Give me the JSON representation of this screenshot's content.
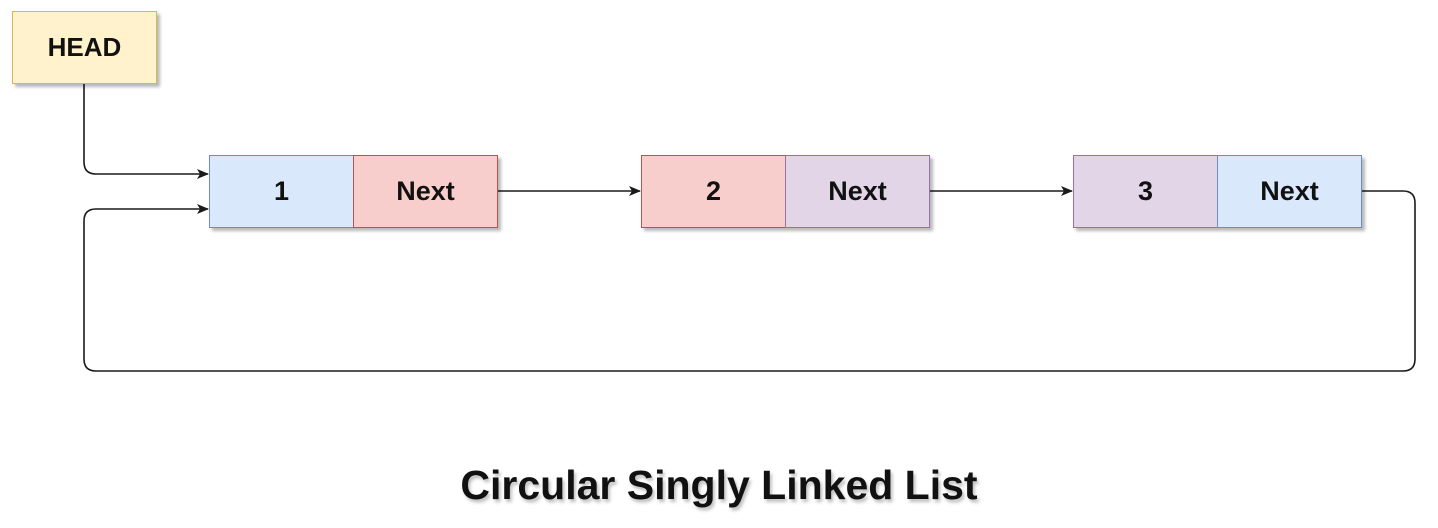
{
  "head": {
    "label": "HEAD"
  },
  "nodes": [
    {
      "value": "1",
      "pointer": "Next"
    },
    {
      "value": "2",
      "pointer": "Next"
    },
    {
      "value": "3",
      "pointer": "Next"
    }
  ],
  "title": "Circular Singly Linked List",
  "colors": {
    "head_fill": "#fff2cc",
    "blue_fill": "#dae8fc",
    "red_fill": "#f8cecc",
    "purple_fill": "#e1d5e7",
    "edge": "#1a1a1a"
  }
}
